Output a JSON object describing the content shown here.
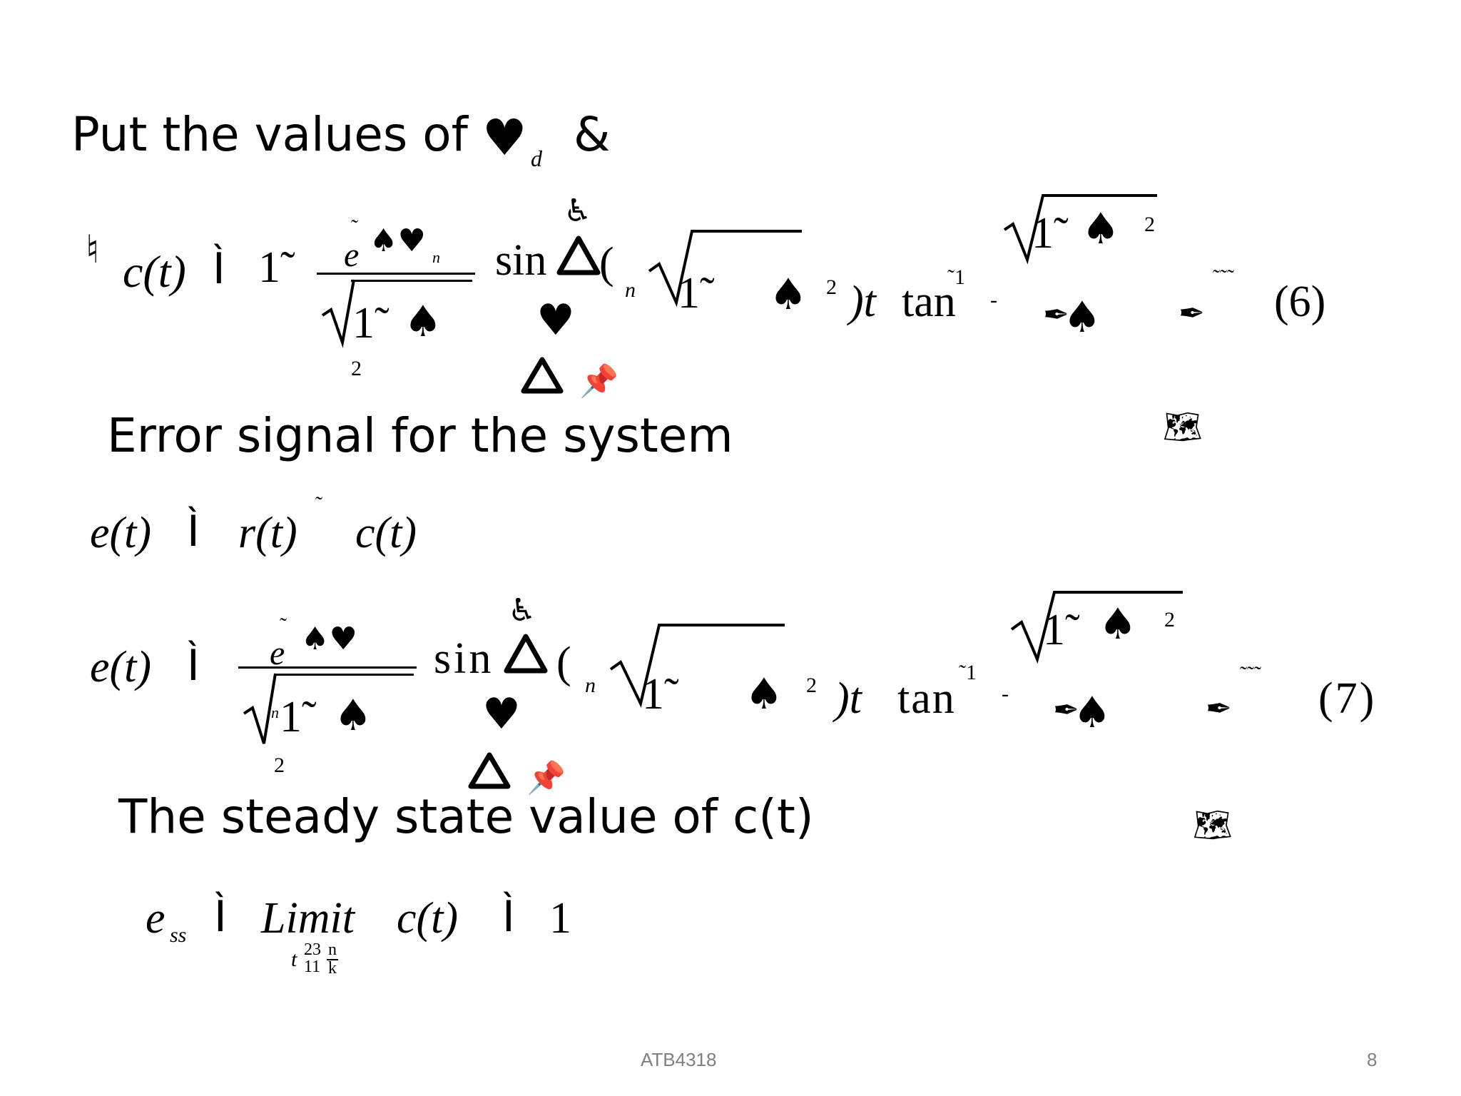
{
  "headings": {
    "h1": "Put the values of",
    "h1_sub": "d",
    "h1_amp": "&",
    "h2": "Error signal for the system",
    "h3": "The steady state value of c(t)"
  },
  "eq6": {
    "prefix": "♮",
    "lhs": "c(t)",
    "eqsign": "Ì",
    "one": "1̃",
    "num_e": "e",
    "num_tilde": "˜",
    "num_syms": "♠♥",
    "num_n": "n",
    "den_one": "1̃",
    "den_sup": "2",
    "sin": "sin",
    "paren_open": "(",
    "n": "n",
    "root_one": "1̃",
    "root_sup": "2",
    "close": ")t",
    "tan": "tan",
    "tan_sup": "˜1",
    "tan_dash": "-",
    "big_root_one": "1̃",
    "big_root_sup": "2",
    "tildes": "˜˜˜",
    "label": "(6)"
  },
  "eq_err": {
    "text": "e(t)",
    "eqsign": "Ì",
    "r": "r(t)",
    "tilde": "˜",
    "c": "c(t)"
  },
  "eq7": {
    "lhs": "e(t)",
    "eqsign": "Ì",
    "num_e": "e",
    "num_tilde": "˜",
    "num_syms": "♠♥",
    "den_n": "n",
    "den_one": "1̃",
    "den_sup": "2",
    "sin": "sin",
    "paren_open": "(",
    "n": "n",
    "root_one": "1̃",
    "root_sup": "2",
    "close": ")t",
    "tan": "tan",
    "tan_sup": "˜1",
    "tan_dash": "-",
    "big_root_one": "1̃",
    "big_root_sup": "2",
    "tildes": "˜˜˜",
    "label": "(7)"
  },
  "eq_ss": {
    "e": "e",
    "e_sub": "ss",
    "eqsign": "Ì",
    "limit": "Limit",
    "ct": "c(t)",
    "eqsign2": "Ì",
    "one": "1",
    "under_t": "t",
    "under_num_top": "23",
    "under_num_bot": "11",
    "under_frac_top": "n",
    "under_frac_bot": "k"
  },
  "footer": {
    "center": "ATB4318",
    "page": "8"
  },
  "icons": [
    "heart-icon",
    "spade-icon",
    "wheelchair-icon",
    "triangle-icon",
    "pushpin-icon",
    "fountain-pen-icon",
    "world-map-icon"
  ]
}
